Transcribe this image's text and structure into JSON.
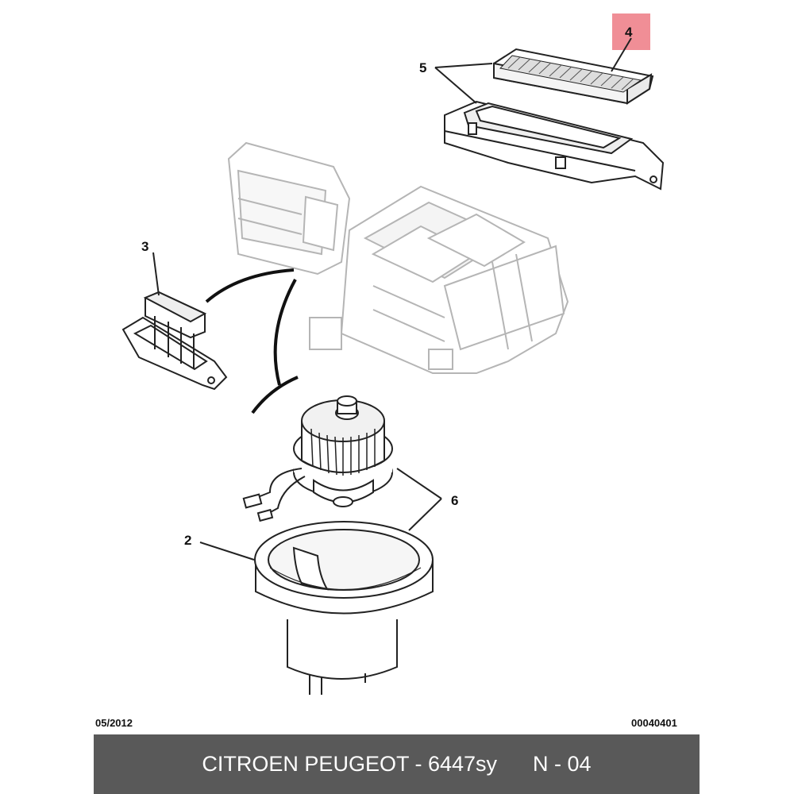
{
  "callouts": {
    "c2": "2",
    "c3": "3",
    "c4": "4",
    "c5": "5",
    "c6": "6"
  },
  "highlight_color": "#f08e96",
  "footer": {
    "date": "05/2012",
    "reference": "00040401",
    "part_label": "CITROEN PEUGEOT - 6447sy",
    "page_label": "N - 04",
    "bar_color": "#595959"
  }
}
